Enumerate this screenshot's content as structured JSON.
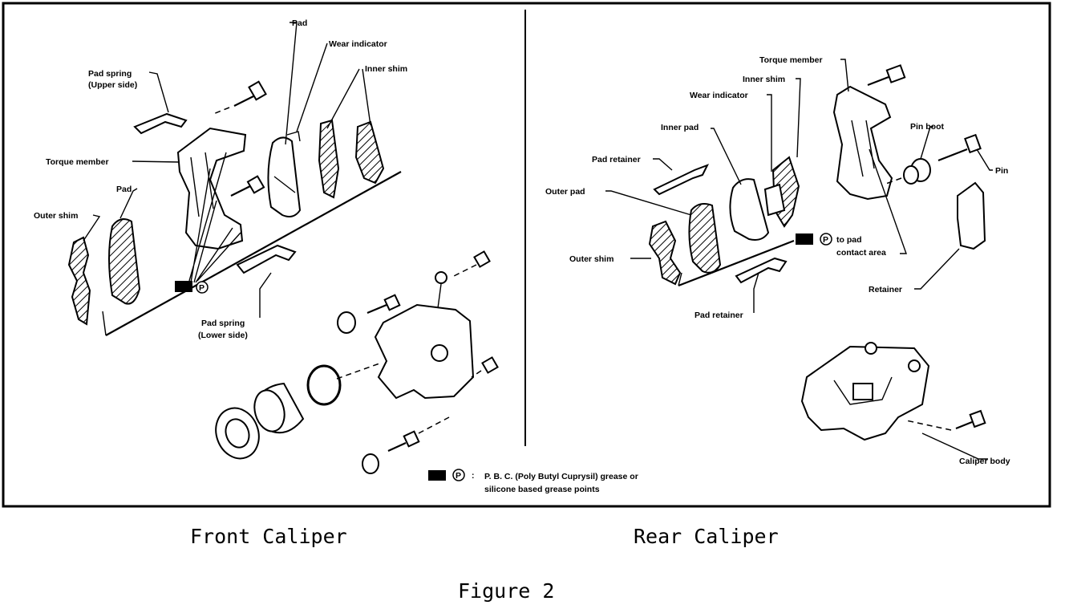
{
  "front": {
    "title": "Front Caliper",
    "labels": {
      "pad_top": "Pad",
      "wear_indicator": "Wear indicator",
      "inner_shim": "Inner shim",
      "pad_spring_upper_1": "Pad spring",
      "pad_spring_upper_2": "(Upper side)",
      "torque_member": "Torque member",
      "pad_left": "Pad",
      "outer_shim": "Outer shim",
      "pad_spring_lower_1": "Pad spring",
      "pad_spring_lower_2": "(Lower side)",
      "grease_mark": "P"
    }
  },
  "rear": {
    "title": "Rear Caliper",
    "labels": {
      "torque_member": "Torque member",
      "inner_shim": "Inner shim",
      "wear_indicator": "Wear indicator",
      "inner_pad": "Inner pad",
      "pad_retainer_top": "Pad retainer",
      "outer_pad": "Outer pad",
      "pin_boot": "Pin boot",
      "pin": "Pin",
      "grease_note_1": "to pad",
      "grease_note_2": "contact area",
      "outer_shim": "Outer shim",
      "retainer": "Retainer",
      "pad_retainer_bottom": "Pad retainer",
      "caliper_body": "Caliper body",
      "grease_mark": "P"
    }
  },
  "legend": {
    "line1": "P. B. C. (Poly Butyl Cuprysil) grease or",
    "line2": "silicone based grease points",
    "mark": "P",
    "colon": ":"
  },
  "figure_caption": "Figure 2"
}
